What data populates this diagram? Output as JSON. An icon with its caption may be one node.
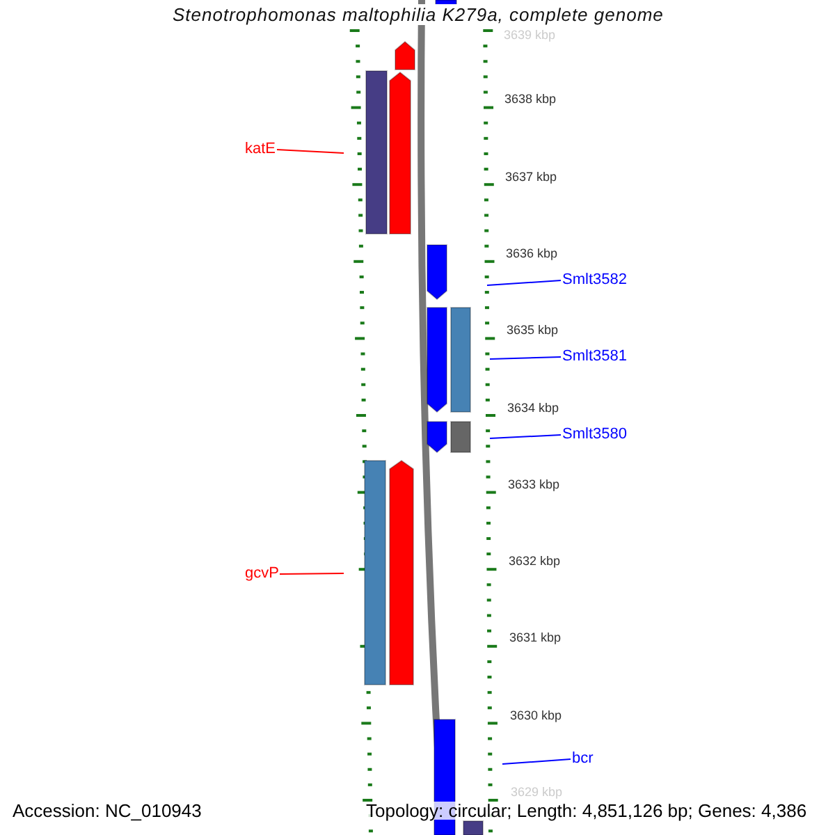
{
  "diagram": {
    "title": "Stenotrophomonas maltophilia K279a, complete genome",
    "nodes": [
      {
        "text": [
          "katE"
        ]
      },
      {
        "text": [
          "Smlt3582"
        ]
      },
      {
        "text": [
          "Smlt3581"
        ]
      },
      {
        "text": [
          "Smlt3580"
        ]
      },
      {
        "text": [
          "gcvP"
        ]
      },
      {
        "text": [
          "bcr"
        ]
      }
    ],
    "edges": [
      {
        "from": 0,
        "to": null,
        "arrow": "none",
        "color": "#ff0000"
      },
      {
        "from": 1,
        "to": null,
        "arrow": "none"
      },
      {
        "from": 2,
        "to": null,
        "arrow": "none"
      },
      {
        "from": 3,
        "to": null,
        "arrow": "none"
      },
      {
        "from": 4,
        "to": null,
        "arrow": "none",
        "color": "#ff0000"
      },
      {
        "from": 5,
        "to": null,
        "arrow": "none"
      }
    ],
    "labels": [
      "3639 kbp",
      "3638 kbp",
      "3637 kbp",
      "3636 kbp",
      "3635 kbp",
      "3634 kbp",
      "3633 kbp",
      "3632 kbp",
      "3631 kbp",
      "3630 kbp",
      "3629 kbp",
      "Accession: NC_010943",
      "Topology: circular; Length: 4,851,126 bp; Genes: 4,386"
    ]
  }
}
